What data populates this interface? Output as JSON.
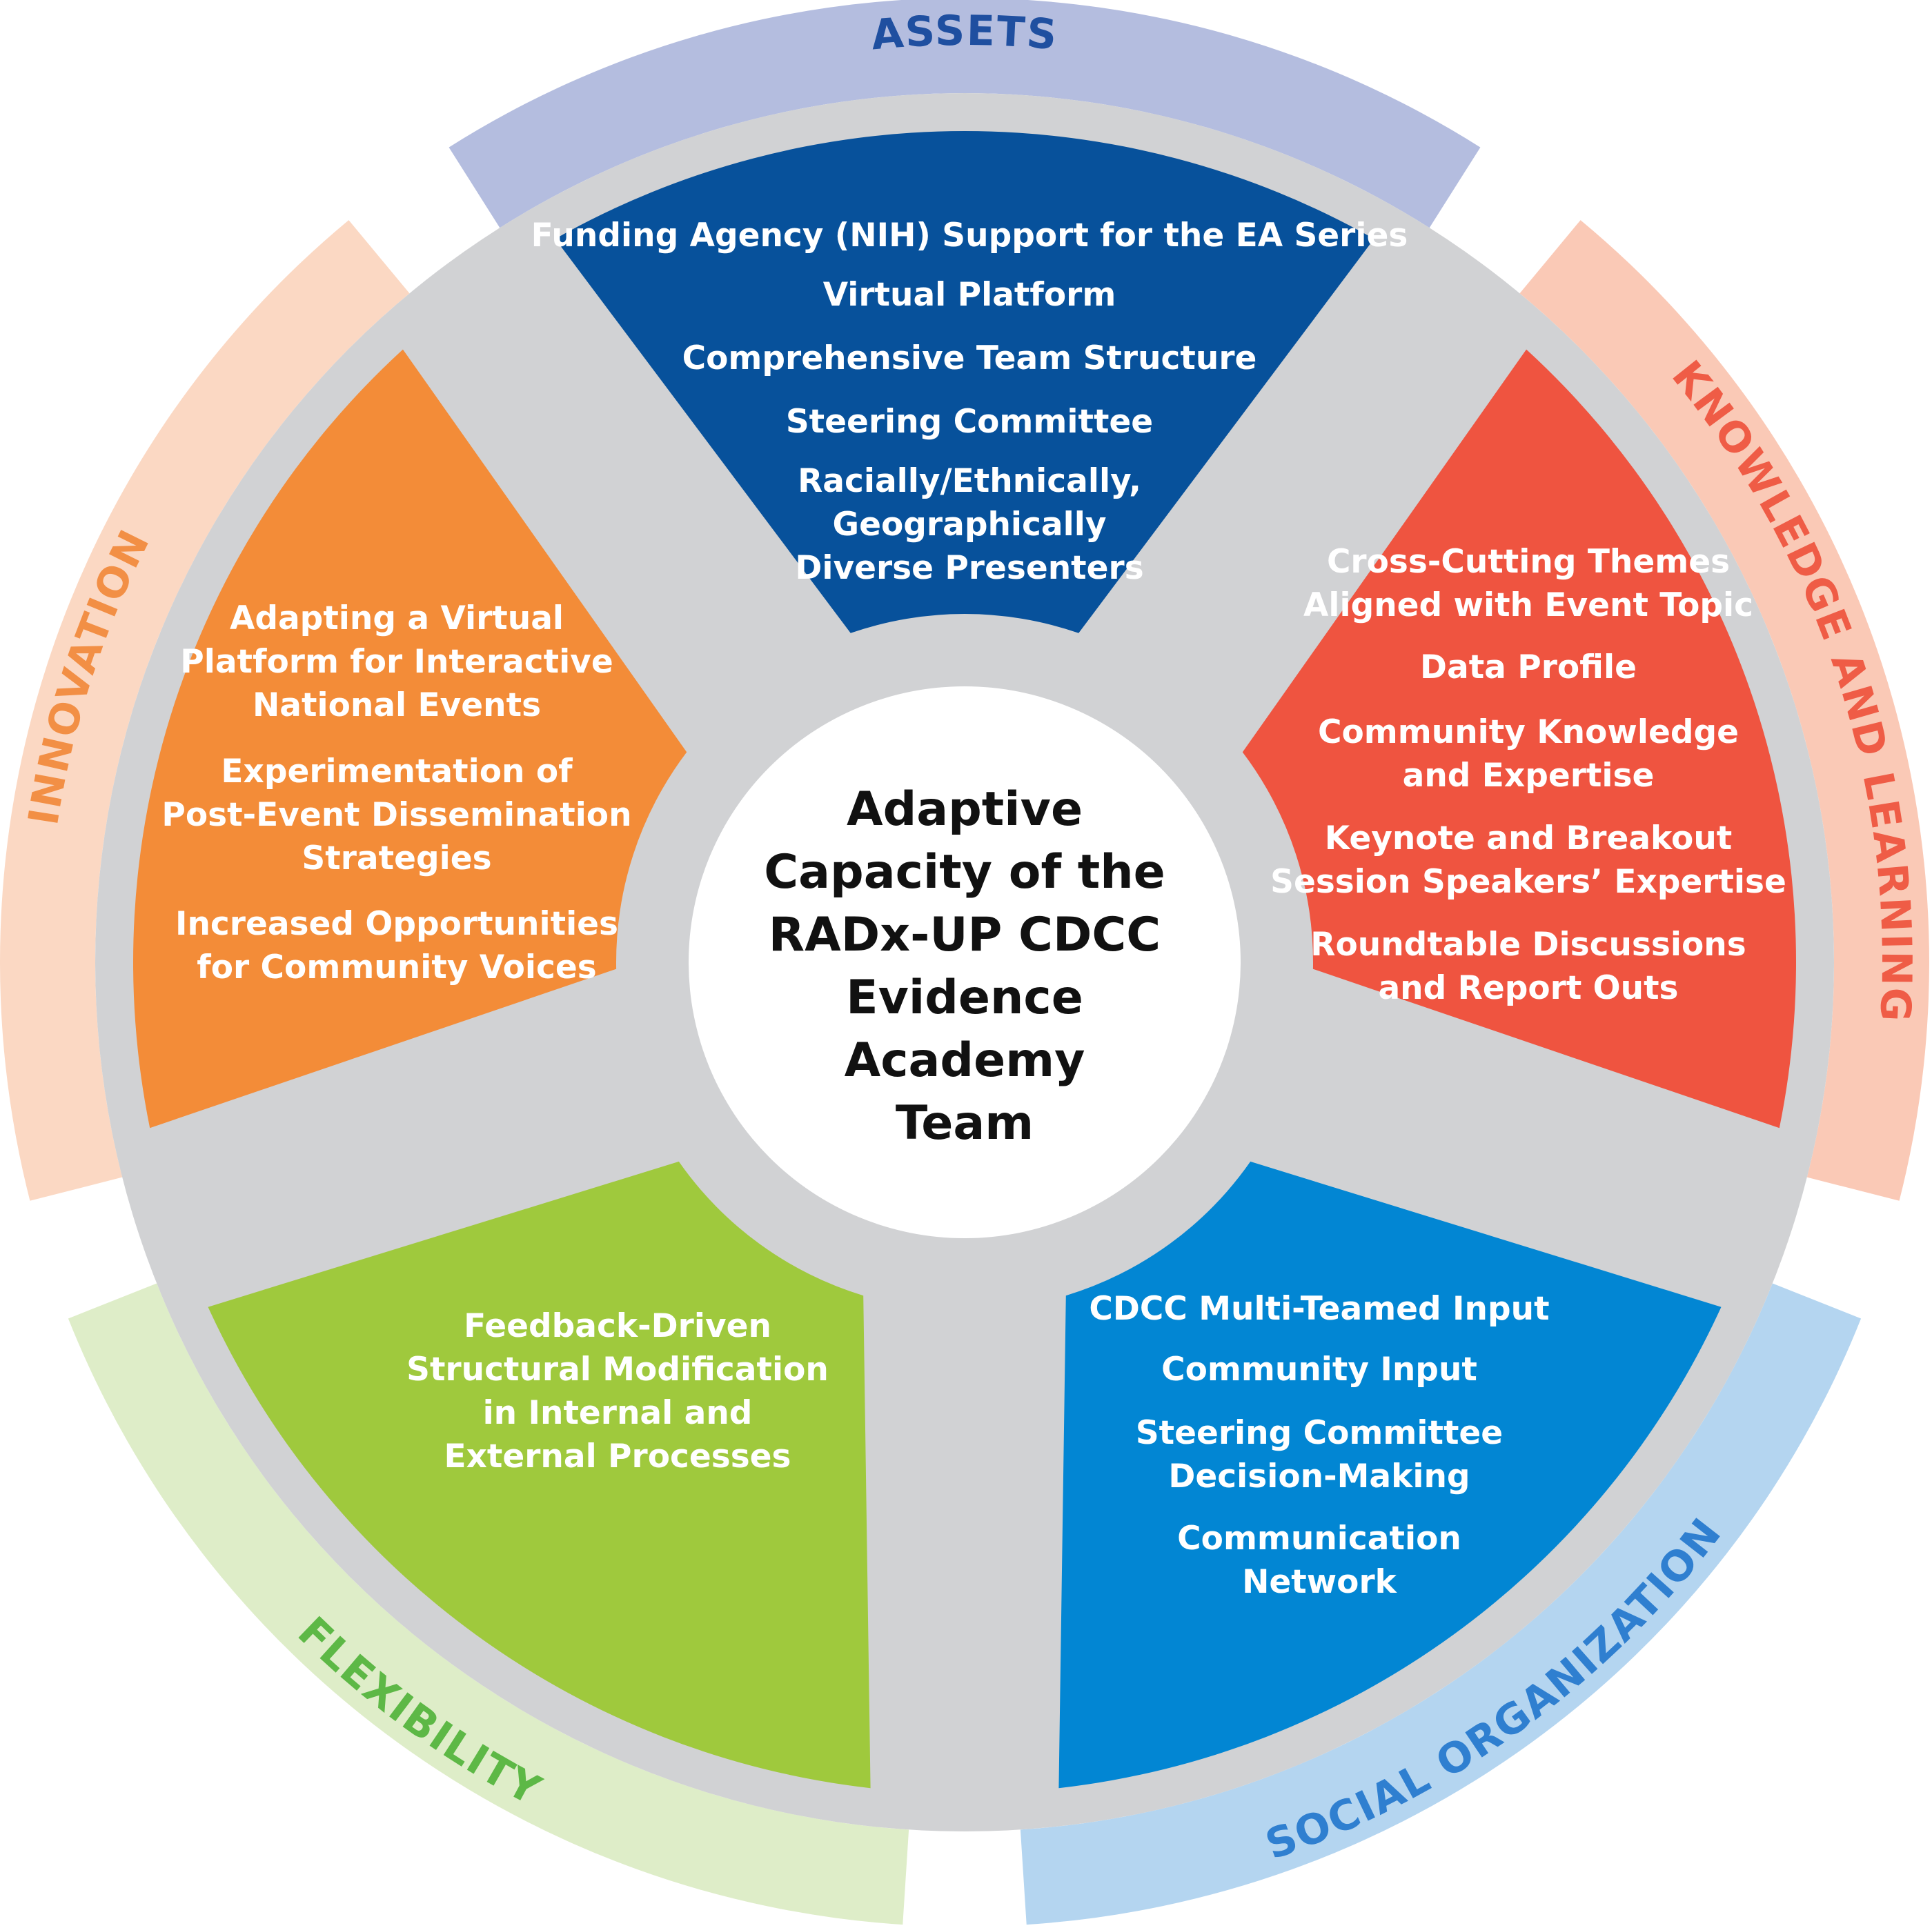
{
  "center": {
    "lines": [
      "Adaptive",
      "Capacity of the",
      "RADx-UP CDCC",
      "Evidence",
      "Academy",
      "Team"
    ]
  },
  "segments": [
    {
      "id": "assets",
      "label": "ASSETS",
      "fill_color": "#07519b",
      "ring_color": "#b4bddf",
      "label_color": "#1f4fa0",
      "items": [
        [
          "Funding Agency (NIH) Support for the EA Series"
        ],
        [
          "Virtual Platform"
        ],
        [
          "Comprehensive Team Structure"
        ],
        [
          "Steering Committee"
        ],
        [
          "Racially/Ethnically,",
          "Geographically",
          "Diverse Presenters"
        ]
      ]
    },
    {
      "id": "knowledge-and-learning",
      "label": "KNOWLEDGE AND LEARNING",
      "fill_color": "#ef5440",
      "ring_color": "#fac9b6",
      "label_color": "#ef5c46",
      "items": [
        [
          "Cross-Cutting Themes",
          "Aligned with Event Topic"
        ],
        [
          "Data Profile"
        ],
        [
          "Community Knowledge",
          "and Expertise"
        ],
        [
          "Keynote and Breakout",
          "Session Speakers’ Expertise"
        ],
        [
          "Roundtable Discussions",
          "and Report Outs"
        ]
      ]
    },
    {
      "id": "social-organization",
      "label": "SOCIAL ORGANIZATION",
      "fill_color": "#0286d3",
      "ring_color": "#b4d5f0",
      "label_color": "#2f7fd0",
      "items": [
        [
          "CDCC Multi-Teamed Input"
        ],
        [
          "Community Input"
        ],
        [
          "Steering Committee",
          "Decision-Making"
        ],
        [
          "Communication",
          "Network"
        ]
      ]
    },
    {
      "id": "flexibility",
      "label": "FLEXIBILITY",
      "fill_color": "#9fc93d",
      "ring_color": "#deedc8",
      "label_color": "#5db846",
      "items": [
        [
          "Feedback-Driven",
          "Structural Modification",
          "in Internal and",
          "External Processes"
        ]
      ]
    },
    {
      "id": "innovation",
      "label": "INNOVATION",
      "fill_color": "#f38c38",
      "ring_color": "#fbd8c3",
      "label_color": "#f28f45",
      "items": [
        [
          "Adapting a Virtual",
          "Platform for Interactive",
          "National Events"
        ],
        [
          "Experimentation of",
          "Post-Event Dissemination",
          "Strategies"
        ],
        [
          "Increased Opportunities",
          "for Community Voices"
        ]
      ]
    }
  ],
  "colors": {
    "separator": "#d1d2d4",
    "background": "#ffffff",
    "center_text": "#111111"
  }
}
